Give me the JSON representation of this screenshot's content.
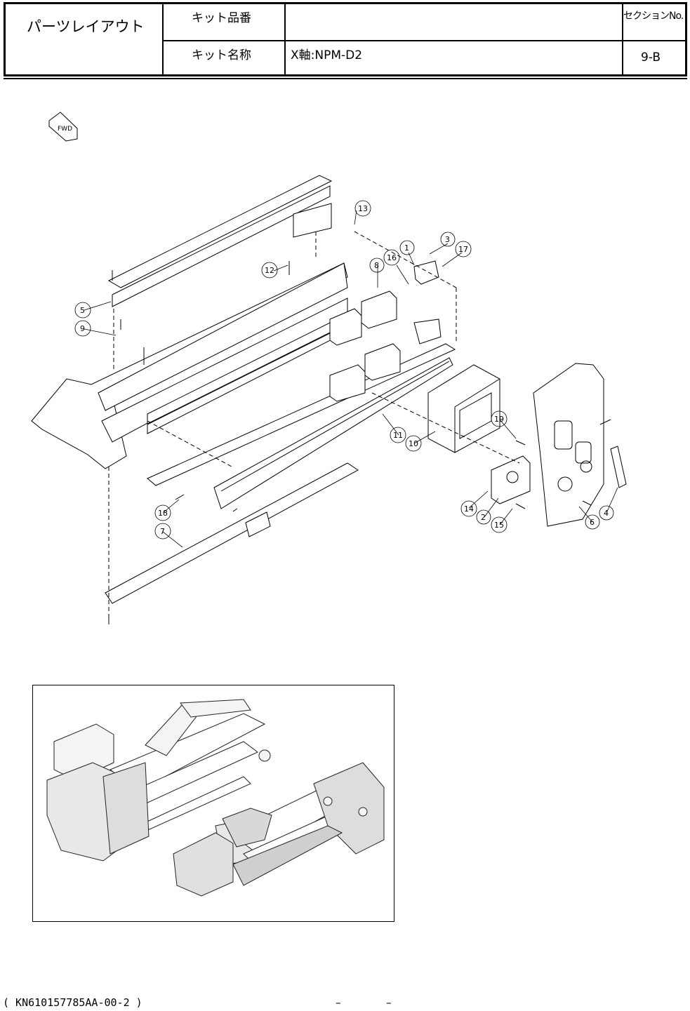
{
  "header": {
    "title": "パーツレイアウト",
    "kit_number_label": "キット品番",
    "kit_number_value": "",
    "kit_name_label": "キット名称",
    "kit_name_value": "X軸:NPM-D2",
    "section_label": "セクションNo.",
    "section_value": "9-B"
  },
  "drawing": {
    "fwd_label": "FWD",
    "callouts": [
      "1",
      "2",
      "3",
      "4",
      "5",
      "6",
      "7",
      "8",
      "9",
      "10",
      "11",
      "12",
      "13",
      "14",
      "15",
      "16",
      "17",
      "18",
      "19"
    ]
  },
  "footer": {
    "doc_code": "( KN610157785AA-00-2 )",
    "dash_left": "–",
    "dash_right": "–"
  }
}
